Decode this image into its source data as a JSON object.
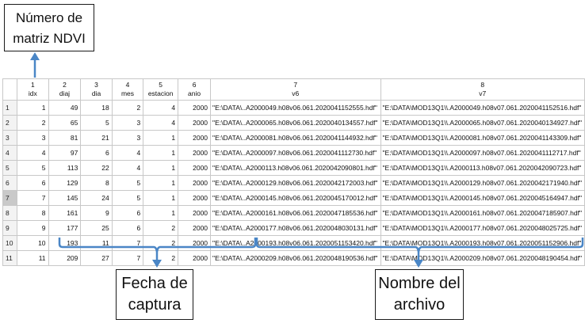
{
  "callouts": {
    "matriz": [
      "Número de",
      "matriz NDVI"
    ],
    "fecha": [
      "Fecha de",
      "captura"
    ],
    "nombre": [
      "Nombre del",
      "archivo"
    ]
  },
  "columns": [
    {
      "num": "1",
      "name": "idx"
    },
    {
      "num": "2",
      "name": "diaj"
    },
    {
      "num": "3",
      "name": "dia"
    },
    {
      "num": "4",
      "name": "mes"
    },
    {
      "num": "5",
      "name": "estacion"
    },
    {
      "num": "6",
      "name": "anio"
    },
    {
      "num": "7",
      "name": "v6"
    },
    {
      "num": "8",
      "name": "v7"
    }
  ],
  "selected_row": "7",
  "rows": [
    {
      "rh": "1",
      "c": [
        "1",
        "49",
        "18",
        "2",
        "4",
        "2000",
        "\"E:\\DATA\\..A2000049.h08v06.061.2020041152555.hdf\"",
        "\"E:\\DATA\\MOD13Q1\\\\.A2000049.h08v07.061.2020041152516.hdf\""
      ]
    },
    {
      "rh": "2",
      "c": [
        "2",
        "65",
        "5",
        "3",
        "4",
        "2000",
        "\"E:\\DATA\\..A2000065.h08v06.061.2020040134557.hdf\"",
        "\"E:\\DATA\\MOD13Q1\\\\.A2000065.h08v07.061.2020040134927.hdf\""
      ]
    },
    {
      "rh": "3",
      "c": [
        "3",
        "81",
        "21",
        "3",
        "1",
        "2000",
        "\"E:\\DATA\\..A2000081.h08v06.061.2020041144932.hdf\"",
        "\"E:\\DATA\\MOD13Q1\\\\.A2000081.h08v07.061.2020041143309.hdf\""
      ]
    },
    {
      "rh": "4",
      "c": [
        "4",
        "97",
        "6",
        "4",
        "1",
        "2000",
        "\"E:\\DATA\\..A2000097.h08v06.061.2020041112730.hdf\"",
        "\"E:\\DATA\\MOD13Q1\\\\.A2000097.h08v07.061.2020041112717.hdf\""
      ]
    },
    {
      "rh": "5",
      "c": [
        "5",
        "113",
        "22",
        "4",
        "1",
        "2000",
        "\"E:\\DATA\\..A2000113.h08v06.061.2020042090801.hdf\"",
        "\"E:\\DATA\\MOD13Q1\\\\.A2000113.h08v07.061.2020042090723.hdf\""
      ]
    },
    {
      "rh": "6",
      "c": [
        "6",
        "129",
        "8",
        "5",
        "1",
        "2000",
        "\"E:\\DATA\\..A2000129.h08v06.061.2020042172003.hdf\"",
        "\"E:\\DATA\\MOD13Q1\\\\.A2000129.h08v07.061.2020042171940.hdf\""
      ]
    },
    {
      "rh": "7",
      "c": [
        "7",
        "145",
        "24",
        "5",
        "1",
        "2000",
        "\"E:\\DATA\\..A2000145.h08v06.061.2020045170012.hdf\"",
        "\"E:\\DATA\\MOD13Q1\\\\.A2000145.h08v07.061.2020045164947.hdf\""
      ]
    },
    {
      "rh": "8",
      "c": [
        "8",
        "161",
        "9",
        "6",
        "1",
        "2000",
        "\"E:\\DATA\\..A2000161.h08v06.061.2020047185536.hdf\"",
        "\"E:\\DATA\\MOD13Q1\\\\.A2000161.h08v07.061.2020047185907.hdf\""
      ]
    },
    {
      "rh": "9",
      "c": [
        "9",
        "177",
        "25",
        "6",
        "2",
        "2000",
        "\"E:\\DATA\\..A2000177.h08v06.061.2020048030131.hdf\"",
        "\"E:\\DATA\\MOD13Q1\\\\.A2000177.h08v07.061.2020048025725.hdf\""
      ]
    },
    {
      "rh": "10",
      "c": [
        "10",
        "193",
        "11",
        "7",
        "2",
        "2000",
        "\"E:\\DATA\\..A2000193.h08v06.061.2020051153420.hdf\"",
        "\"E:\\DATA\\MOD13Q1\\\\.A2000193.h08v07.061.2020051152906.hdf\""
      ]
    },
    {
      "rh": "11",
      "c": [
        "11",
        "209",
        "27",
        "7",
        "2",
        "2000",
        "\"E:\\DATA\\..A2000209.h08v06.061.2020048190536.hdf\"",
        "\"E:\\DATA\\MOD13Q1\\\\.A2000209.h08v07.061.2020048190454.hdf\""
      ]
    }
  ],
  "colors": {
    "arrow": "#4a86c6",
    "frame": "#1a1a1a"
  }
}
